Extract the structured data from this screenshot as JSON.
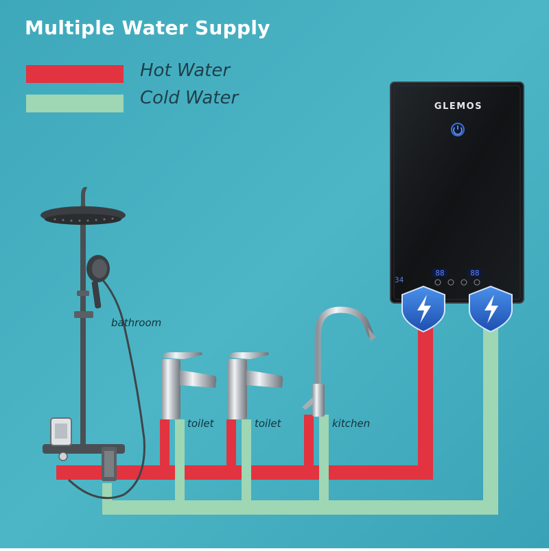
{
  "title": "Multiple Water Supply",
  "legend": [
    {
      "label": "Hot Water",
      "color": "#e23340"
    },
    {
      "label": "Cold Water",
      "color": "#9fd6b4"
    }
  ],
  "colors": {
    "background": "#45b0c2",
    "hot_pipe": "#e23340",
    "cold_pipe": "#9fd6b4",
    "heater_body": "#131517",
    "badge_blue": "#2c6fd6",
    "chrome": "#c8ccd0"
  },
  "heater": {
    "brand": "GLEMOS",
    "temperature_readout": "34",
    "power_icon": "power-icon",
    "badge_icon": "lightning-shield-icon"
  },
  "fixtures": [
    {
      "label": "bathroom",
      "icon": "shower-system-icon"
    },
    {
      "label": "toilet",
      "icon": "basin-faucet-icon"
    },
    {
      "label": "toilet",
      "icon": "basin-faucet-icon"
    },
    {
      "label": "kitchen",
      "icon": "kitchen-faucet-icon"
    }
  ]
}
